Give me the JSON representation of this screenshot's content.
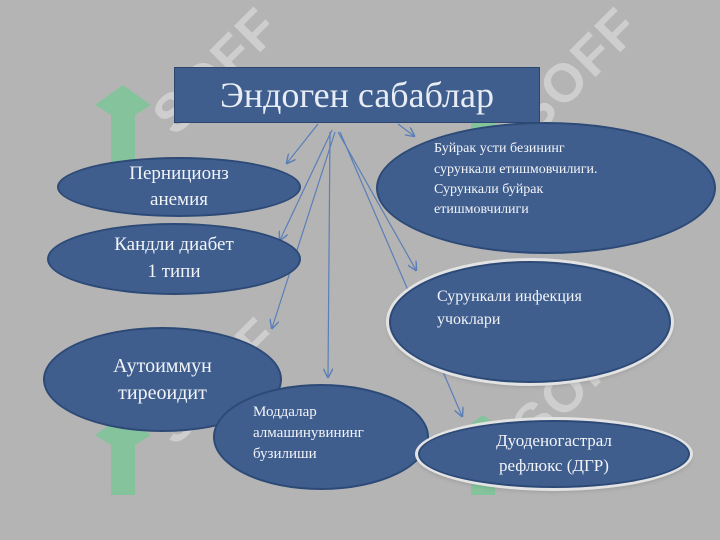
{
  "title": "Эндоген сабаблар",
  "watermark": "SOFF",
  "colors": {
    "background": "#b4b4b4",
    "node_fill": "#3f5e8e",
    "node_border": "#2d4a77",
    "text": "#f2f4f8",
    "arrow": "#5a7fb8",
    "watermark_green": "#5fd08a"
  },
  "nodes": {
    "pernicious": "Перниционз\nанемия",
    "diabetes": "Кандли  диабет\n1 типи",
    "thyroiditis": "Аутоиммун\nтиреоидит",
    "metabolism": "Моддалар\nалмашинувининг\nбузилиши",
    "adrenal": "Буйрак усти безининг\nсурункали етишмовчилиги.\nСурункали буйрак\nетишмовчилиги",
    "infection": "Сурункали  инфекция\nучоклари",
    "reflux": "Дуоденогастрал\nрефлюкс (ДГР)"
  }
}
